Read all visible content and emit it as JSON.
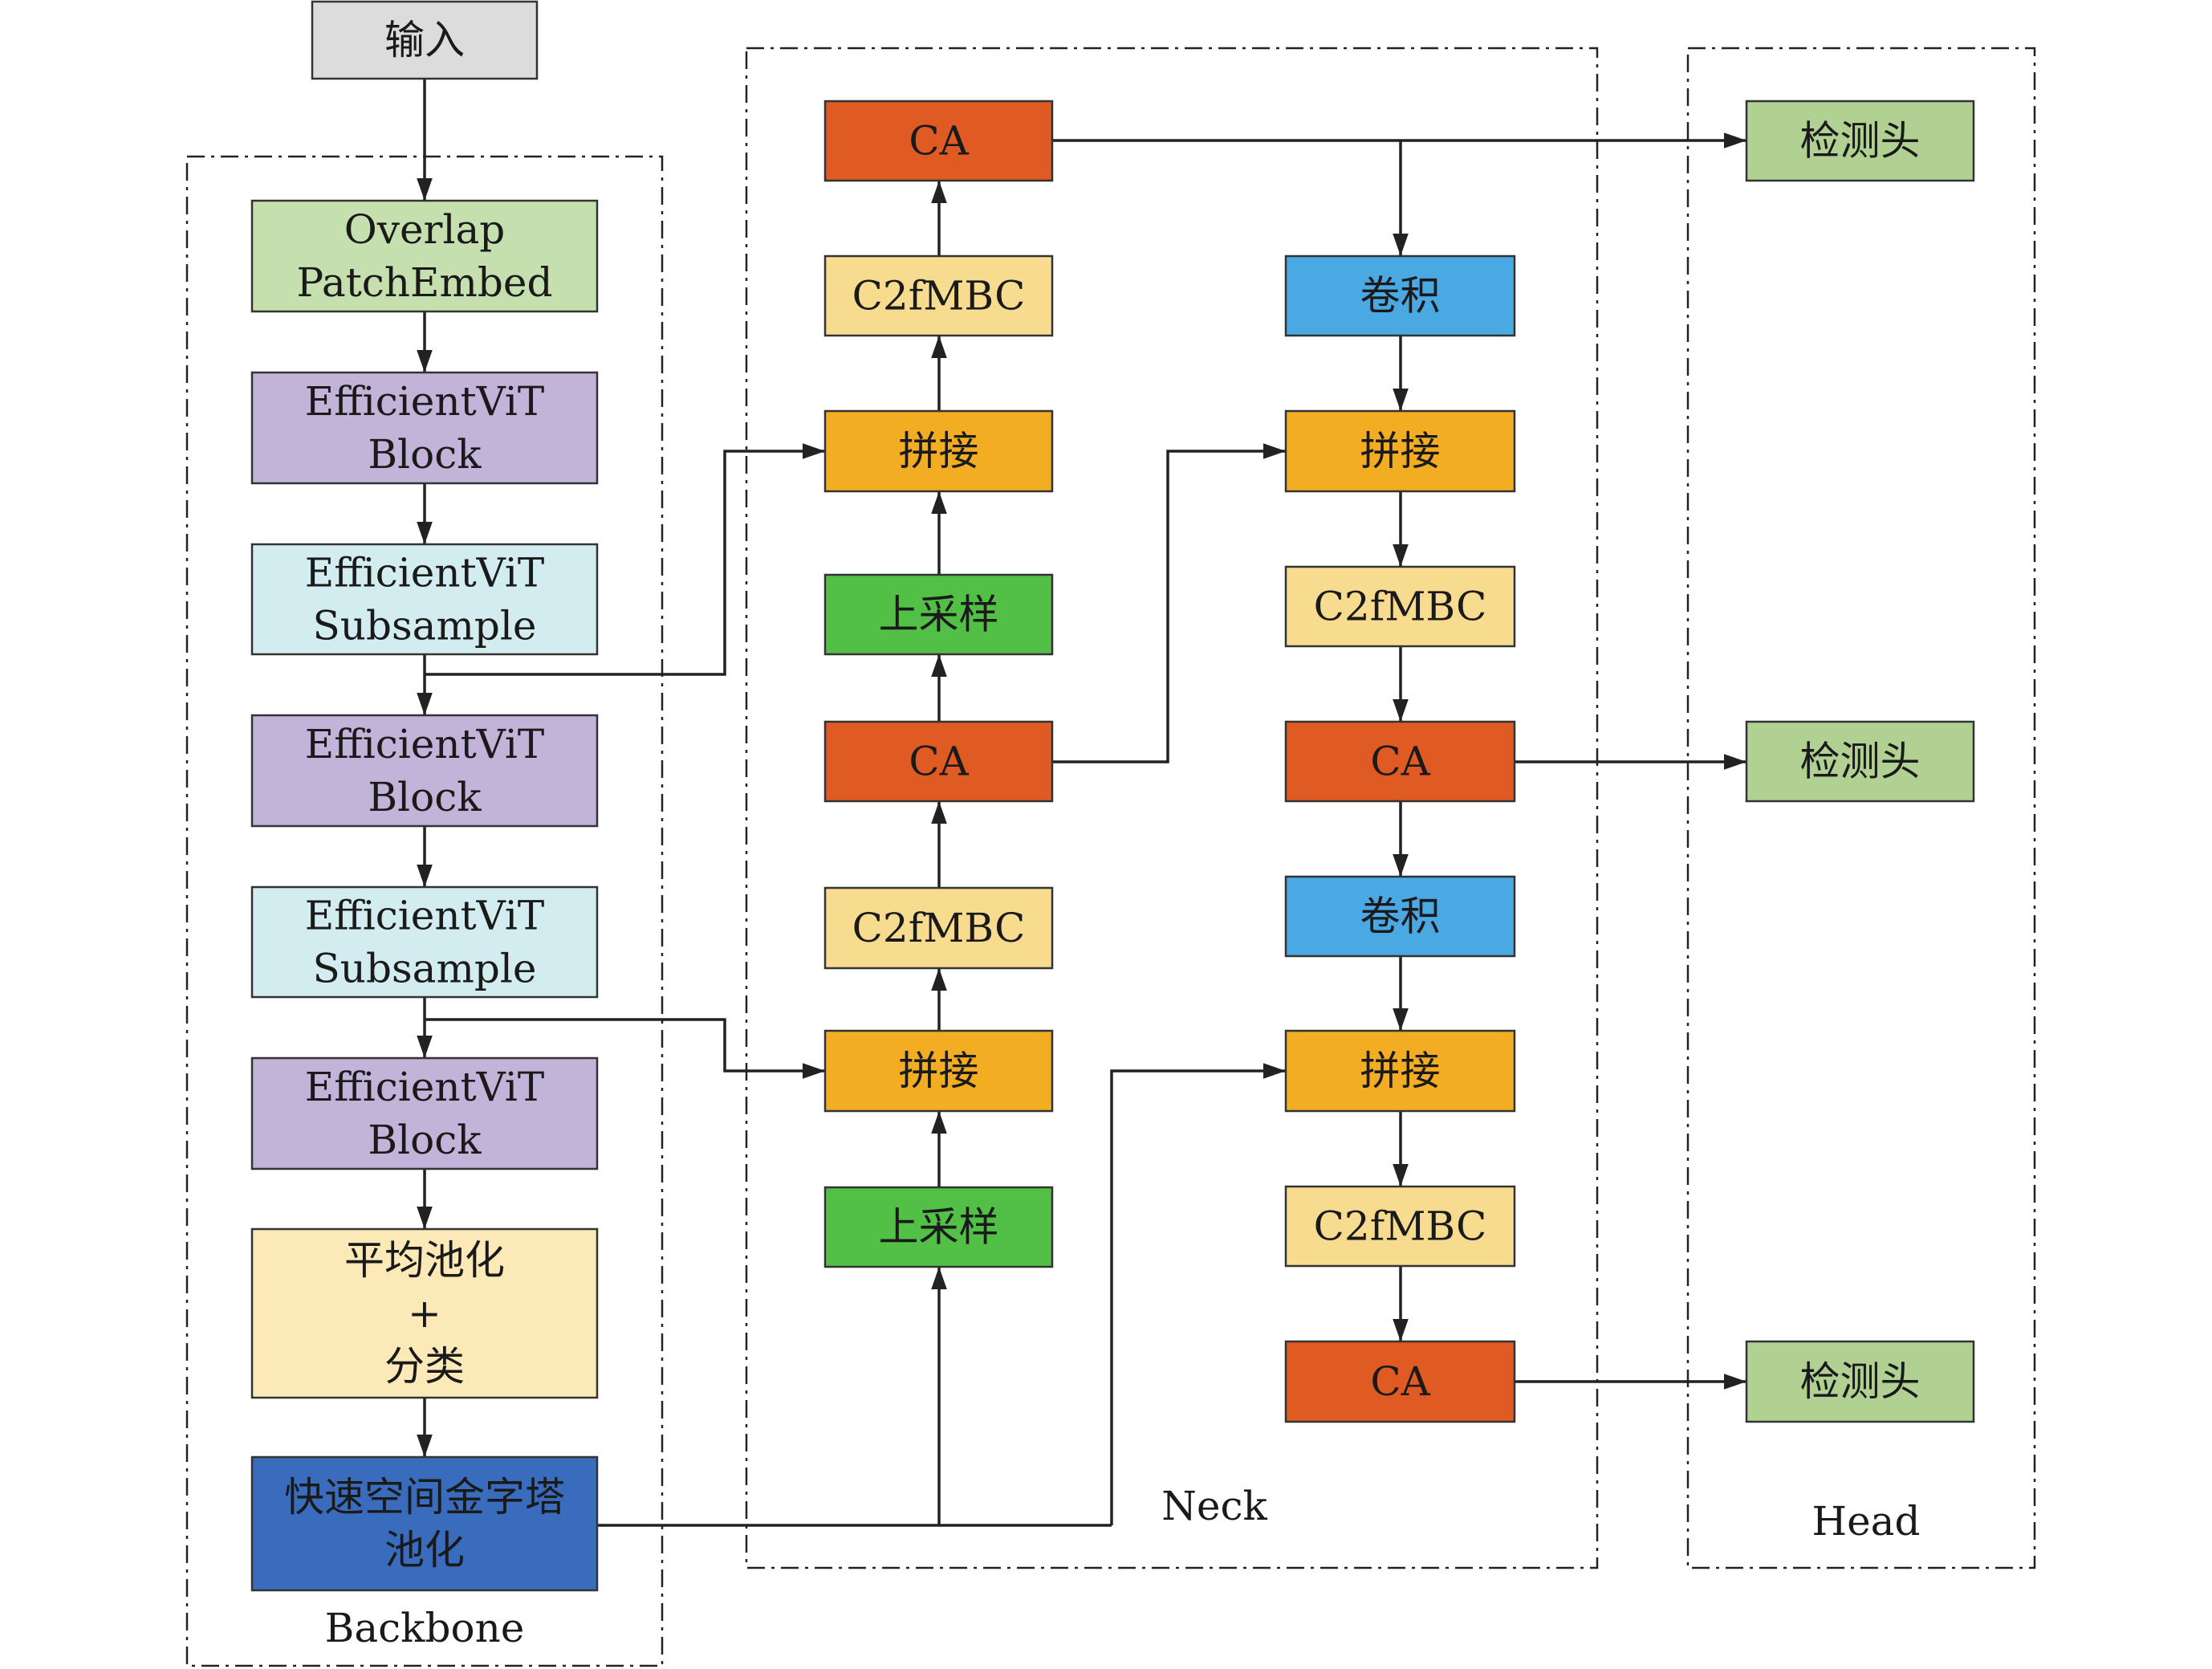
{
  "colors": {
    "input": "#dcdcdc",
    "patch_embed": "#c6dfaf",
    "vit_block": "#c2b3d8",
    "vit_subsample": "#d3ecef",
    "pool_classify": "#fbe9b8",
    "sppf": "#3a6cbd",
    "ca": "#e05a23",
    "c2fmbc": "#f7dc8f",
    "concat": "#f2ad22",
    "upsample": "#52c046",
    "conv": "#4aa8e3",
    "head": "#b0d192"
  },
  "groups": {
    "backbone": "Backbone",
    "neck": "Neck",
    "head": "Head"
  },
  "nodes": {
    "input": {
      "lines": [
        "输入"
      ]
    },
    "patch_embed": {
      "lines": [
        "Overlap",
        "PatchEmbed"
      ]
    },
    "vit_block_1": {
      "lines": [
        "EfficientViT",
        "Block"
      ]
    },
    "vit_subsample_1": {
      "lines": [
        "EfficientViT",
        "Subsample"
      ]
    },
    "vit_block_2": {
      "lines": [
        "EfficientViT",
        "Block"
      ]
    },
    "vit_subsample_2": {
      "lines": [
        "EfficientViT",
        "Subsample"
      ]
    },
    "vit_block_3": {
      "lines": [
        "EfficientViT",
        "Block"
      ]
    },
    "pool_classify": {
      "lines": [
        "平均池化",
        "+",
        "分类"
      ]
    },
    "sppf": {
      "lines": [
        "快速空间金字塔",
        "池化"
      ]
    },
    "n1_ca_top": {
      "lines": [
        "CA"
      ]
    },
    "n1_c2fmbc_top": {
      "lines": [
        "C2fMBC"
      ]
    },
    "n1_concat_top": {
      "lines": [
        "拼接"
      ]
    },
    "n1_upsample_top": {
      "lines": [
        "上采样"
      ]
    },
    "n1_ca_mid": {
      "lines": [
        "CA"
      ]
    },
    "n1_c2fmbc_mid": {
      "lines": [
        "C2fMBC"
      ]
    },
    "n1_concat_bot": {
      "lines": [
        "拼接"
      ]
    },
    "n1_upsample_bot": {
      "lines": [
        "上采样"
      ]
    },
    "n2_conv_top": {
      "lines": [
        "卷积"
      ]
    },
    "n2_concat_top": {
      "lines": [
        "拼接"
      ]
    },
    "n2_c2fmbc_top": {
      "lines": [
        "C2fMBC"
      ]
    },
    "n2_ca_mid": {
      "lines": [
        "CA"
      ]
    },
    "n2_conv_bot": {
      "lines": [
        "卷积"
      ]
    },
    "n2_concat_bot": {
      "lines": [
        "拼接"
      ]
    },
    "n2_c2fmbc_bot": {
      "lines": [
        "C2fMBC"
      ]
    },
    "n2_ca_bot": {
      "lines": [
        "CA"
      ]
    },
    "head_1": {
      "lines": [
        "检测头"
      ]
    },
    "head_2": {
      "lines": [
        "检测头"
      ]
    },
    "head_3": {
      "lines": [
        "检测头"
      ]
    }
  }
}
